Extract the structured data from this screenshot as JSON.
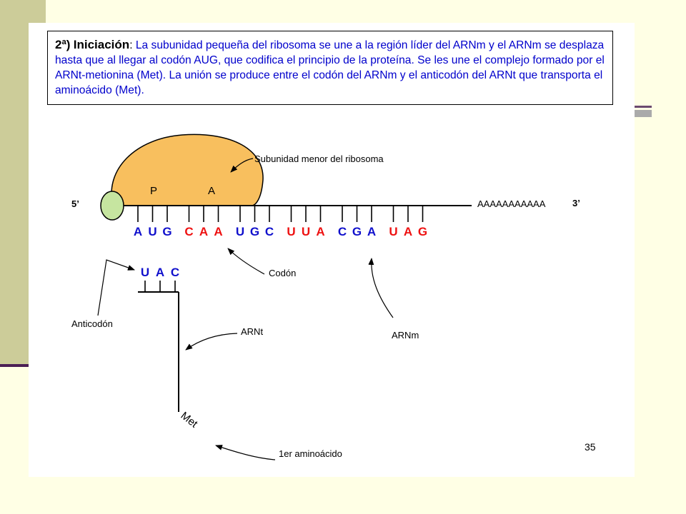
{
  "header": {
    "title_number": "2ª)",
    "title_word": "Iniciación",
    "colon": ":",
    "body": "La subunidad pequeña del ribosoma se une a la región líder del ARNm y el ARNm se desplaza hasta que al llegar al codón AUG, que codifica el principio de la proteína. Se les une el complejo formado por el ARNt-metionina (Met). La unión se produce entre el codón del ARNm y el anticodón del ARNt que transporta el aminoácido (Met)."
  },
  "diagram": {
    "ribosome_label": "Subunidad menor del ribosoma",
    "site_p": "P",
    "site_a": "A",
    "five_prime": "5’",
    "three_prime": "3’",
    "poly_a": "AAAAAAAAAAA",
    "mrna_bases": [
      {
        "b": "A",
        "c": "#1010CC"
      },
      {
        "b": "U",
        "c": "#1010CC"
      },
      {
        "b": "G",
        "c": "#1010CC"
      },
      {
        "b": "C",
        "c": "#EE1111"
      },
      {
        "b": "A",
        "c": "#EE1111"
      },
      {
        "b": "A",
        "c": "#EE1111"
      },
      {
        "b": "U",
        "c": "#1010CC"
      },
      {
        "b": "G",
        "c": "#1010CC"
      },
      {
        "b": "C",
        "c": "#1010CC"
      },
      {
        "b": "U",
        "c": "#EE1111"
      },
      {
        "b": "U",
        "c": "#EE1111"
      },
      {
        "b": "A",
        "c": "#EE1111"
      },
      {
        "b": "C",
        "c": "#1010CC"
      },
      {
        "b": "G",
        "c": "#1010CC"
      },
      {
        "b": "A",
        "c": "#1010CC"
      },
      {
        "b": "U",
        "c": "#EE1111"
      },
      {
        "b": "A",
        "c": "#EE1111"
      },
      {
        "b": "G",
        "c": "#EE1111"
      }
    ],
    "anticodon_bases": [
      "U",
      "A",
      "C"
    ],
    "label_codon": "Codón",
    "label_anticodon": "Anticodón",
    "label_trna": "ARNt",
    "label_mrna": "ARNm",
    "label_met": "Met",
    "label_first_aa": "1er aminoácido",
    "page_number": "35"
  },
  "colors": {
    "ribosome_fill": "#F8BF5E",
    "cap_fill": "#C6E5A0",
    "blue_base": "#1010CC",
    "red_base": "#EE1111",
    "sidebar": "#CCCC99",
    "background": "#FFFFE5"
  }
}
